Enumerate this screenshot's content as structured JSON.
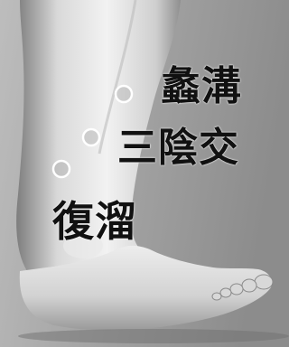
{
  "points": [
    {
      "label": "蠡溝"
    },
    {
      "label": "三陰交"
    },
    {
      "label": "復溜"
    }
  ],
  "colors": {
    "background": "#9a9a9a",
    "skin_light": "#e6e6e6",
    "skin_mid": "#c9c9c9",
    "skin_shadow": "#7a7a7a",
    "marker_stroke": "#ffffff",
    "text": "#111111"
  }
}
